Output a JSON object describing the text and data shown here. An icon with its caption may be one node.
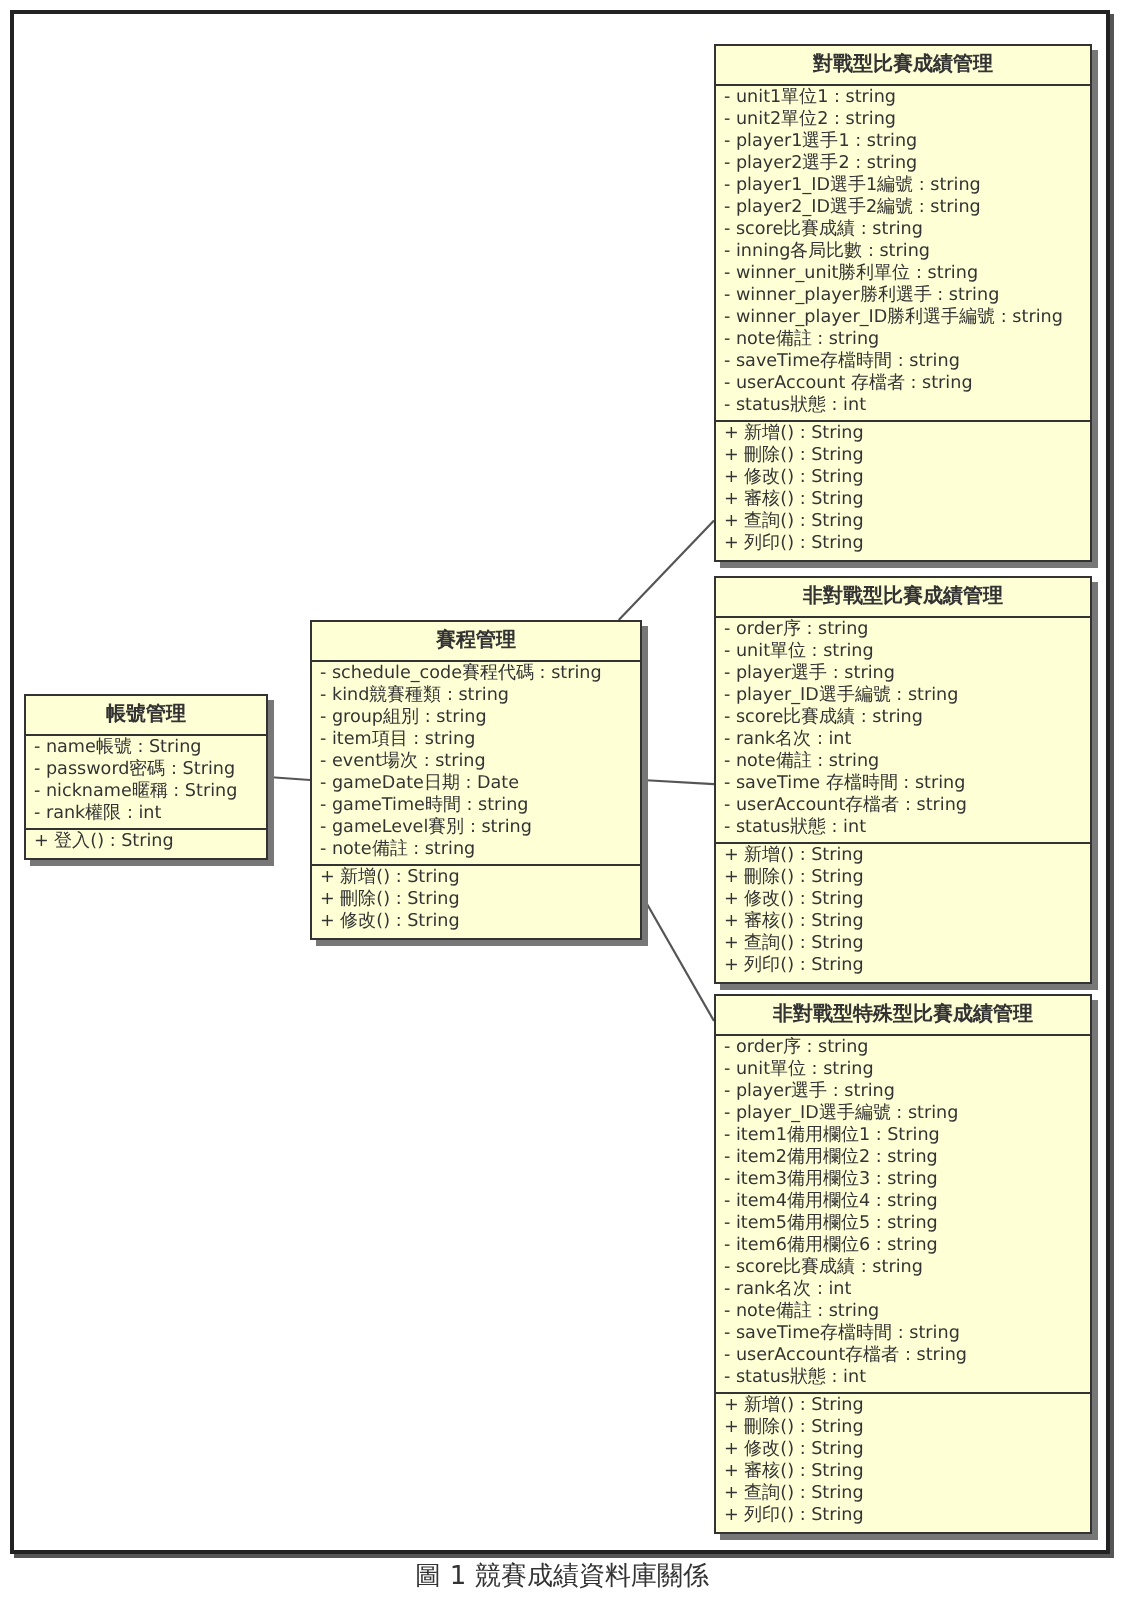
{
  "diagram": {
    "caption": "圖 1 競賽成績資料庫關係",
    "nodes": [
      {
        "text": [
          "帳號管理",
          "- name帳號 : String",
          "- password密碼 : String",
          "- nickname暱稱 : String",
          "- rank權限 : int",
          "+ 登入() : String"
        ]
      },
      {
        "text": [
          "賽程管理",
          "- schedule_code賽程代碼 : string",
          "- kind競賽種類 : string",
          "- group組別 : string",
          "- item項目 : string",
          "- event場次 : string",
          "- gameDate日期 : Date",
          "- gameTime時間 : string",
          "- gameLevel賽別 : string",
          "- note備註 : string",
          "+ 新增() : String",
          "+ 刪除() : String",
          "+ 修改() : String"
        ]
      },
      {
        "text": [
          "對戰型比賽成績管理",
          "- unit1單位1 : string",
          "- unit2單位2 : string",
          "- player1選手1 : string",
          "- player2選手2 : string",
          "- player1_ID選手1編號 : string",
          "- player2_ID選手2編號 : string",
          "- score比賽成績 : string",
          "- inning各局比數 : string",
          "- winner_unit勝利單位 : string",
          "- winner_player勝利選手 : string",
          "- winner_player_ID勝利選手編號 : string",
          "- note備註 : string",
          "- saveTime存檔時間 : string",
          "- userAccount 存檔者 : string",
          "- status狀態 : int",
          "+ 新增() : String",
          "+ 刪除() : String",
          "+ 修改() : String",
          "+ 審核() : String",
          "+ 查詢() : String",
          "+ 列印() : String"
        ]
      },
      {
        "text": [
          "非對戰型比賽成績管理",
          "- order序 : string",
          "- unit單位 : string",
          "- player選手 : string",
          "- player_ID選手編號 : string",
          "- score比賽成績 : string",
          "- rank名次 : int",
          "- note備註 : string",
          "- saveTime 存檔時間 : string",
          "- userAccount存檔者 : string",
          "- status狀態 : int",
          "+ 新增() : String",
          "+ 刪除() : String",
          "+ 修改() : String",
          "+ 審核() : String",
          "+ 查詢() : String",
          "+ 列印() : String"
        ]
      },
      {
        "text": [
          "非對戰型特殊型比賽成績管理",
          "- order序 : string",
          "- unit單位 : string",
          "- player選手 : string",
          "- player_ID選手編號 : string",
          "- item1備用欄位1 : String",
          "- item2備用欄位2 : string",
          "- item3備用欄位3 : string",
          "- item4備用欄位4 : string",
          "- item5備用欄位5 : string",
          "- item6備用欄位6 : string",
          "- score比賽成績 : string",
          "- rank名次 : int",
          "- note備註 : string",
          "- saveTime存檔時間 : string",
          "- userAccount存檔者 : string",
          "- status狀態 : int",
          "+ 新增() : String",
          "+ 刪除() : String",
          "+ 修改() : String",
          "+ 審核() : String",
          "+ 查詢() : String",
          "+ 列印() : String"
        ]
      }
    ],
    "edges": [
      {
        "from": 0,
        "to": 1,
        "arrow": "none"
      },
      {
        "from": 1,
        "to": 2,
        "arrow": "none"
      },
      {
        "from": 1,
        "to": 3,
        "arrow": "none"
      },
      {
        "from": 1,
        "to": 4,
        "arrow": "none"
      }
    ]
  }
}
